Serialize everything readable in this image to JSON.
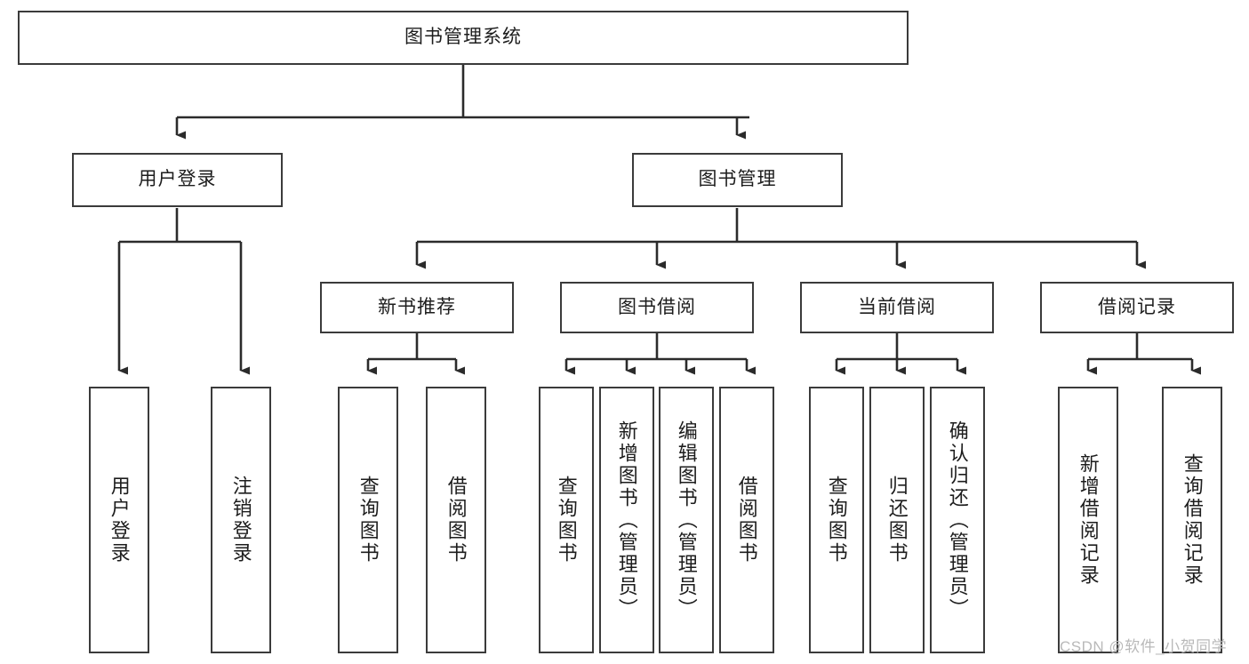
{
  "diagram": {
    "type": "tree-hierarchy-functional-decomposition",
    "title": "图书管理系统",
    "nodes": {
      "root": {
        "label": "图书管理系统"
      },
      "level2": [
        {
          "id": "user-login",
          "label": "用户登录"
        },
        {
          "id": "book-management",
          "label": "图书管理"
        }
      ],
      "level3": [
        {
          "id": "new-book-recommend",
          "label": "新书推荐"
        },
        {
          "id": "book-borrow",
          "label": "图书借阅"
        },
        {
          "id": "current-borrow",
          "label": "当前借阅"
        },
        {
          "id": "borrow-record",
          "label": "借阅记录"
        }
      ],
      "leaves": {
        "user-login": [
          {
            "id": "leaf-user-login",
            "label": "用户登录"
          },
          {
            "id": "leaf-logout-login",
            "label": "注销登录"
          }
        ],
        "new-book-recommend": [
          {
            "id": "leaf-query-book-1",
            "label": "查询图书"
          },
          {
            "id": "leaf-borrow-book-1",
            "label": "借阅图书"
          }
        ],
        "book-borrow": [
          {
            "id": "leaf-query-book-2",
            "label": "查询图书"
          },
          {
            "id": "leaf-add-book",
            "label": "新增图书（管理员）"
          },
          {
            "id": "leaf-edit-book",
            "label": "编辑图书（管理员）"
          },
          {
            "id": "leaf-borrow-book-2",
            "label": "借阅图书"
          }
        ],
        "current-borrow": [
          {
            "id": "leaf-query-book-3",
            "label": "查询图书"
          },
          {
            "id": "leaf-return-book",
            "label": "归还图书"
          },
          {
            "id": "leaf-confirm-return",
            "label": "确认归还（管理员）"
          }
        ],
        "borrow-record": [
          {
            "id": "leaf-add-borrow-record",
            "label": "新增借阅记录"
          },
          {
            "id": "leaf-query-borrow-record",
            "label": "查询借阅记录"
          }
        ]
      }
    },
    "watermark": "CSDN @软件_小贺同学",
    "colors": {
      "background": "#ffffff",
      "box_border": "#3b3b3b",
      "box_fill": "#ffffff",
      "text": "#1d1d1d",
      "connector": "#2b2b2b",
      "watermark": "#b9b9b9"
    }
  }
}
